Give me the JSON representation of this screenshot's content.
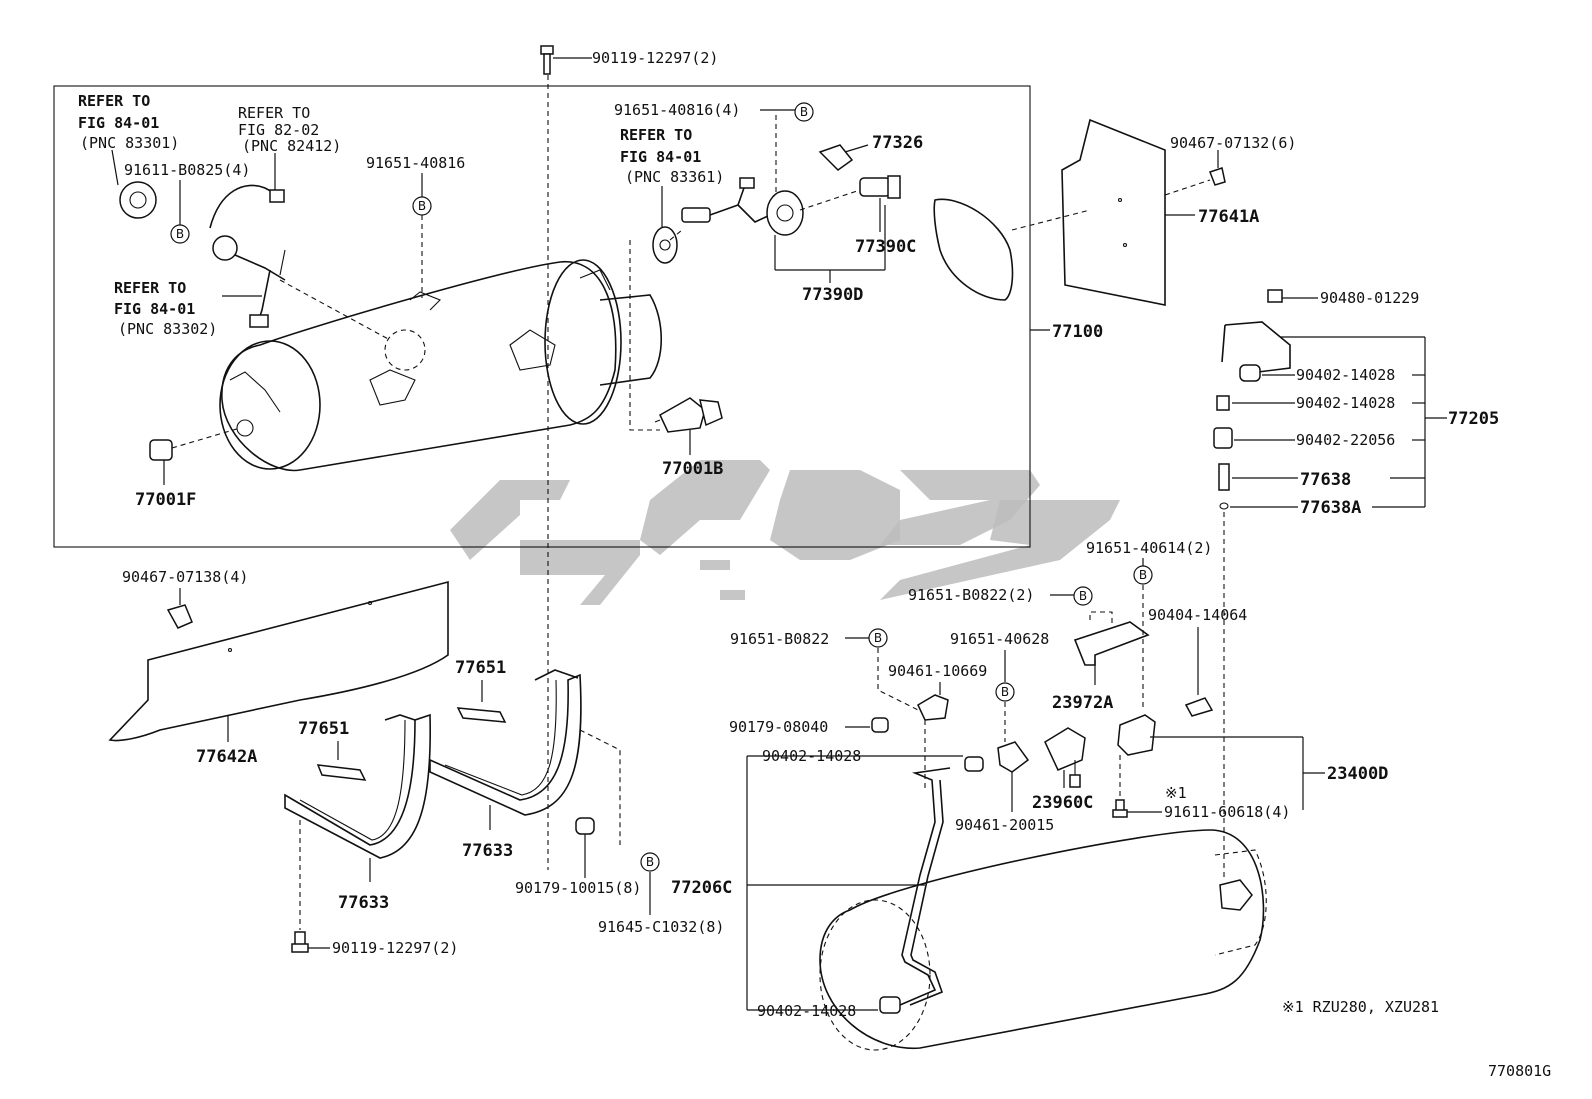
{
  "figure_code": "770801G",
  "footnote": "※1 RZU280, XZU281",
  "footnote_mark": "※1",
  "circle_letter": "B",
  "refs": {
    "r1": [
      "REFER TO",
      "FIG 84-01",
      "(PNC 83301)"
    ],
    "r2": [
      "REFER TO",
      "FIG 82-02",
      "(PNC 82412)"
    ],
    "r3": [
      "REFER TO",
      "FIG 84-01",
      "(PNC 83302)"
    ],
    "r4": [
      "REFER TO",
      "FIG 84-01",
      "(PNC 83361)"
    ]
  },
  "labels": {
    "p90119_top": "90119-12297(2)",
    "p91611_b0825": "91611-B0825(4)",
    "p91651_40816": "91651-40816",
    "p91651_40816_4": "91651-40816(4)",
    "p77326": "77326",
    "p77390c": "77390C",
    "p77390d": "77390D",
    "p77001f": "77001F",
    "p77001b": "77001B",
    "p77100": "77100",
    "p90467_07132": "90467-07132(6)",
    "p77641a": "77641A",
    "p90480": "90480-01229",
    "p90402_a": "90402-14028",
    "p90402_b": "90402-14028",
    "p90402_22056": "90402-22056",
    "p77638": "77638",
    "p77638a": "77638A",
    "p77205": "77205",
    "p90467_07138": "90467-07138(4)",
    "p77642a": "77642A",
    "p77651_a": "77651",
    "p77651_b": "77651",
    "p77633_a": "77633",
    "p77633_b": "77633",
    "p90119_bottom": "90119-12297(2)",
    "p90179_10015": "90179-10015(8)",
    "p91645": "91645-C1032(8)",
    "p91651_40614": "91651-40614(2)",
    "p91651_b0822_2": "91651-B0822(2)",
    "p90404": "90404-14064",
    "p91651_b0822": "91651-B0822",
    "p91651_40628": "91651-40628",
    "p23972a": "23972A",
    "p90461_10669": "90461-10669",
    "p90179_08040": "90179-08040",
    "p90402_c": "90402-14028",
    "p23960c": "23960C",
    "p23400d": "23400D",
    "p90461_20015": "90461-20015",
    "p91611_60618": "91611-60618(4)",
    "p77206c": "77206C",
    "p90402_d": "90402-14028"
  }
}
